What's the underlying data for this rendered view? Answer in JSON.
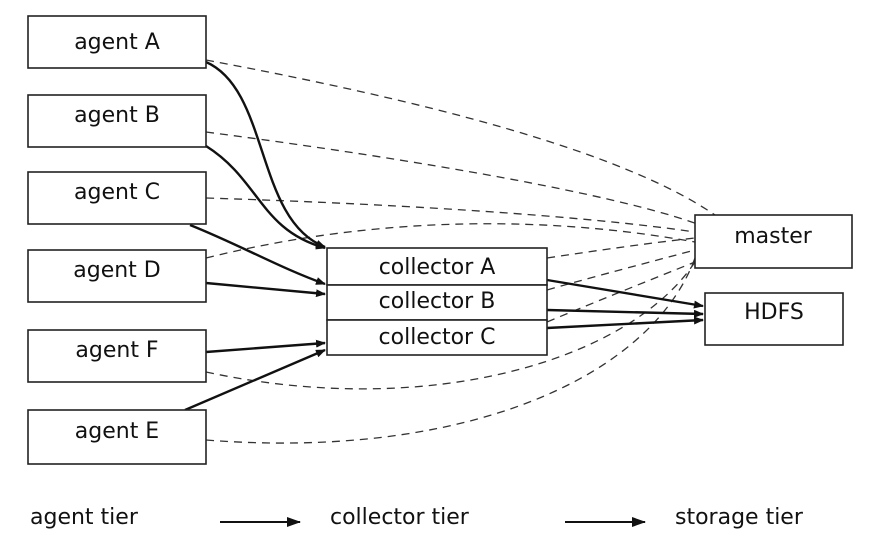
{
  "nodes": {
    "agent_a": "agent A",
    "agent_b": "agent B",
    "agent_c": "agent C",
    "agent_d": "agent D",
    "agent_f": "agent F",
    "agent_e": "agent E",
    "collector_a": "collector A",
    "collector_b": "collector B",
    "collector_c": "collector C",
    "master": "master",
    "hdfs": "HDFS"
  },
  "tiers": {
    "agent": "agent tier",
    "collector": "collector tier",
    "storage": "storage tier"
  },
  "edges": {
    "data_flow": [
      [
        "agent A",
        "collector A"
      ],
      [
        "agent B",
        "collector A"
      ],
      [
        "agent C",
        "collector B"
      ],
      [
        "agent D",
        "collector B"
      ],
      [
        "agent F",
        "collector C"
      ],
      [
        "agent E",
        "collector C"
      ],
      [
        "collector A",
        "HDFS"
      ],
      [
        "collector B",
        "HDFS"
      ],
      [
        "collector C",
        "HDFS"
      ]
    ],
    "control": [
      [
        "agent A",
        "master"
      ],
      [
        "agent B",
        "master"
      ],
      [
        "agent C",
        "master"
      ],
      [
        "agent D",
        "master"
      ],
      [
        "agent F",
        "master"
      ],
      [
        "agent E",
        "master"
      ],
      [
        "collector A",
        "master"
      ],
      [
        "collector B",
        "master"
      ],
      [
        "collector C",
        "master"
      ]
    ]
  },
  "colors": {
    "stroke": "#111111",
    "background": "#ffffff"
  }
}
